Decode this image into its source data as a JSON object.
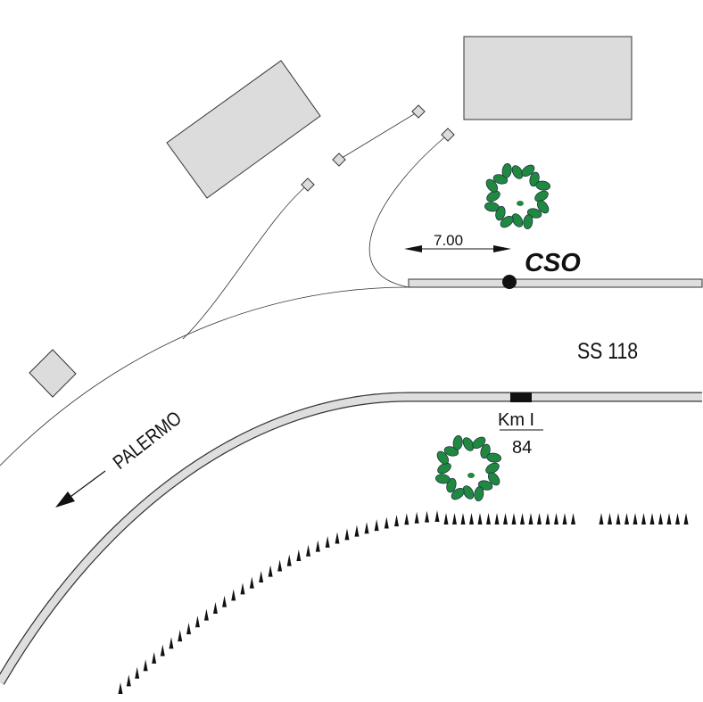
{
  "labels": {
    "dimension": "7.00",
    "station": "CSO",
    "road": "SS 118",
    "km_label": "Km I",
    "km_value": "84",
    "direction": "PALERMO"
  },
  "colors": {
    "building": "#dcdcdc",
    "road_fill": "#dedede",
    "tree": "#1f8a3f",
    "ink": "#111111"
  }
}
